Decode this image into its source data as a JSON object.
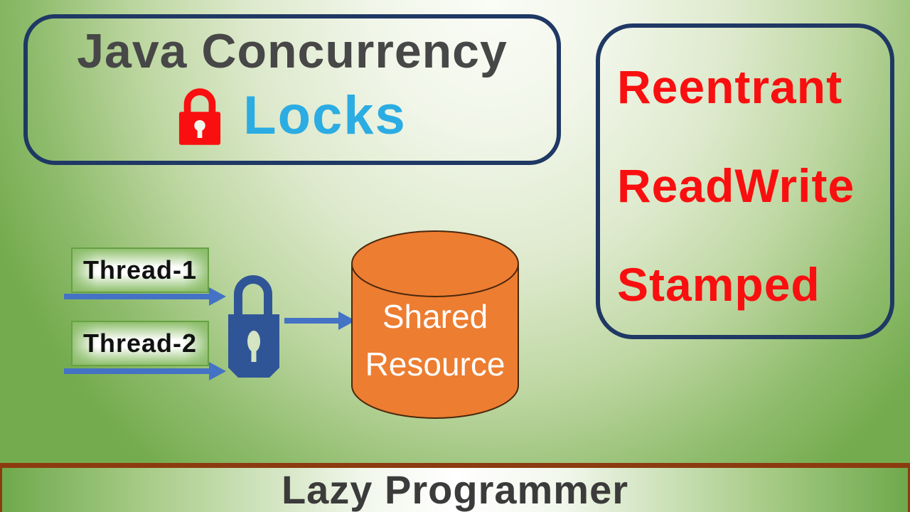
{
  "title_box": {
    "line1": "Java Concurrency",
    "line2": "Locks",
    "border_color": "#1F3864",
    "line1_color": "#474747",
    "line2_color": "#2BACE2"
  },
  "lock_types_box": {
    "border_color": "#1F3864",
    "text_color": "#F90F0F",
    "items": [
      {
        "label": "Reentrant"
      },
      {
        "label": "ReadWrite"
      },
      {
        "label": "Stamped"
      }
    ]
  },
  "diagram": {
    "threads": [
      {
        "label": "Thread-1"
      },
      {
        "label": "Thread-2"
      }
    ],
    "arrow_color": "#4472C4",
    "lock_color": "#2F5597",
    "keyhole_color": "#D5E4C2",
    "resource": {
      "line1": "Shared",
      "line2": "Resource",
      "fill": "#ED7D31",
      "outline": "#4A280D",
      "text_color": "#FFFFFF"
    }
  },
  "icons": {
    "title_lock": {
      "name": "red-padlock-icon",
      "color": "#F90F0F",
      "keyhole": "#F3F7EC"
    },
    "diagram_lock": {
      "name": "blue-padlock-icon",
      "color": "#2F5597"
    }
  },
  "footer": {
    "brand": "Lazy Programmer",
    "text_color": "#3B3B3B",
    "rule_color": "#8C3B10"
  }
}
